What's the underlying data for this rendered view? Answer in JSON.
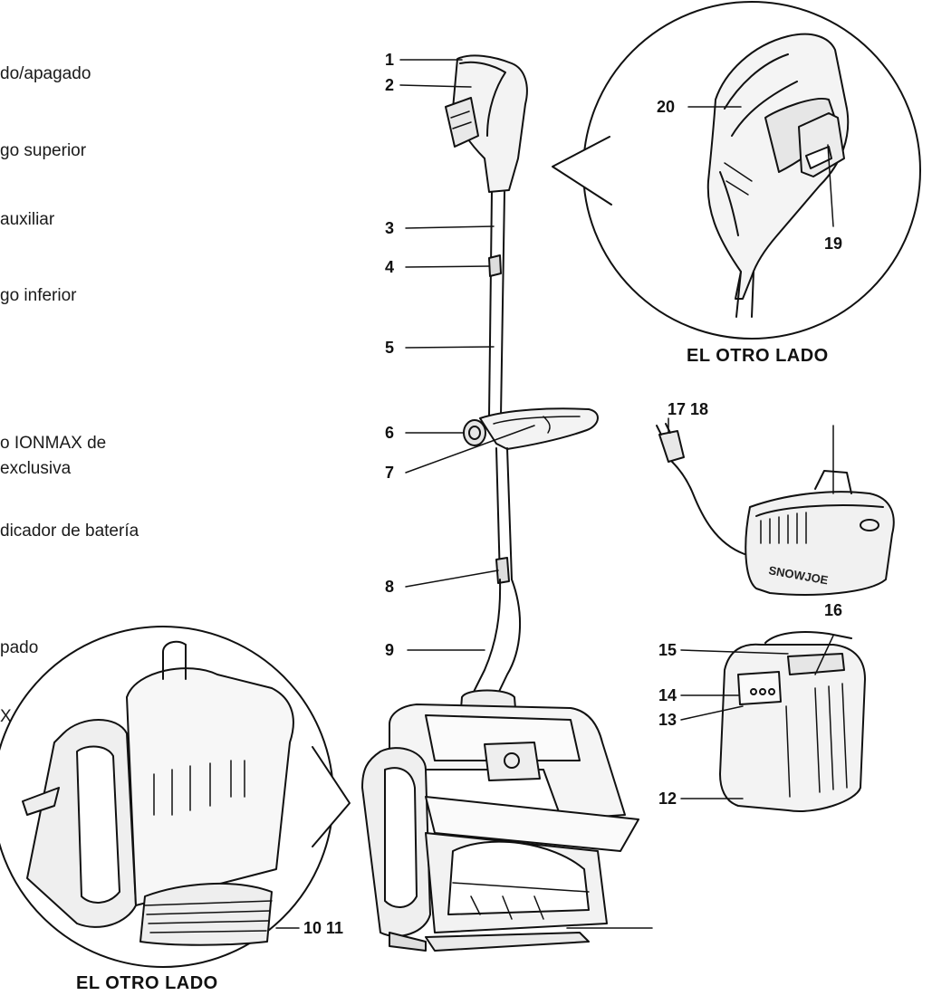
{
  "left_labels": [
    "do/apagado",
    "go superior",
    " auxiliar",
    "go inferior",
    "o IONMAX de",
    " exclusiva",
    "dicador de batería",
    "pado",
    "X"
  ],
  "captions": {
    "top_right": "EL OTRO LADO",
    "bottom_left": "EL OTRO LADO"
  },
  "callouts": [
    "1",
    "2",
    "3",
    "4",
    "5",
    "6",
    "7",
    "8",
    "9",
    "10 11",
    "12",
    "13",
    "14",
    "15",
    "16",
    "17 18",
    "19",
    "20"
  ],
  "brand_text": "SNOWJOE"
}
